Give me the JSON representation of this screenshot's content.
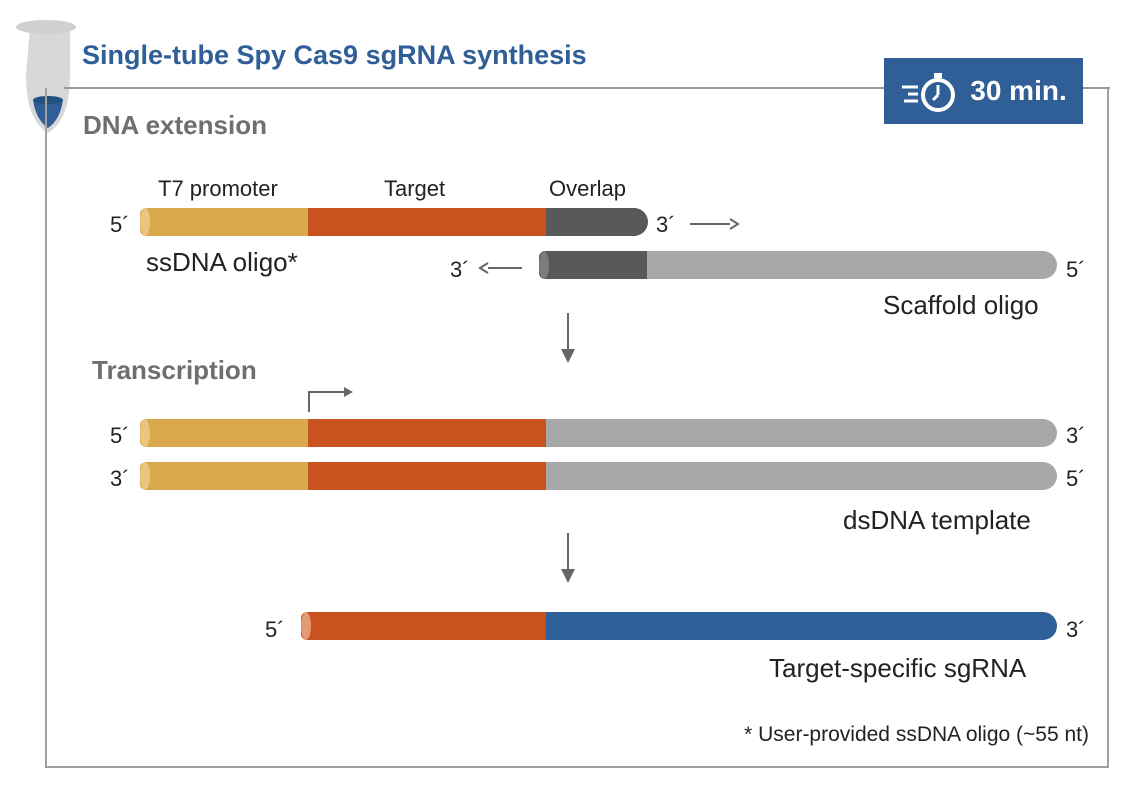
{
  "title": "Single-tube Spy Cas9 sgRNA synthesis",
  "badge": {
    "icon": "stopwatch-icon",
    "text": "30 min."
  },
  "colors": {
    "promoter": "#d9a84a",
    "target": "#c9521f",
    "overlap": "#58595b",
    "scaffold": "#a7a8aa",
    "rna": "#30609a",
    "accent": "#2f5f96"
  },
  "sections": {
    "extension": {
      "heading": "DNA extension",
      "segment_labels": [
        "T7 promoter",
        "Target",
        "Overlap"
      ],
      "ssdna": {
        "label": "ssDNA oligo*",
        "left_end": "5´",
        "right_end": "3´"
      },
      "scaffold": {
        "label": "Scaffold oligo",
        "left_end": "3´",
        "right_end": "5´"
      }
    },
    "transcription": {
      "heading": "Transcription",
      "top_strand": {
        "left_end": "5´",
        "right_end": "3´"
      },
      "bottom_strand": {
        "left_end": "3´",
        "right_end": "5´"
      },
      "label": "dsDNA template"
    },
    "product": {
      "left_end": "5´",
      "right_end": "3´",
      "label": "Target-specific sgRNA"
    }
  },
  "footnote": "* User-provided ssDNA oligo (~55 nt)"
}
